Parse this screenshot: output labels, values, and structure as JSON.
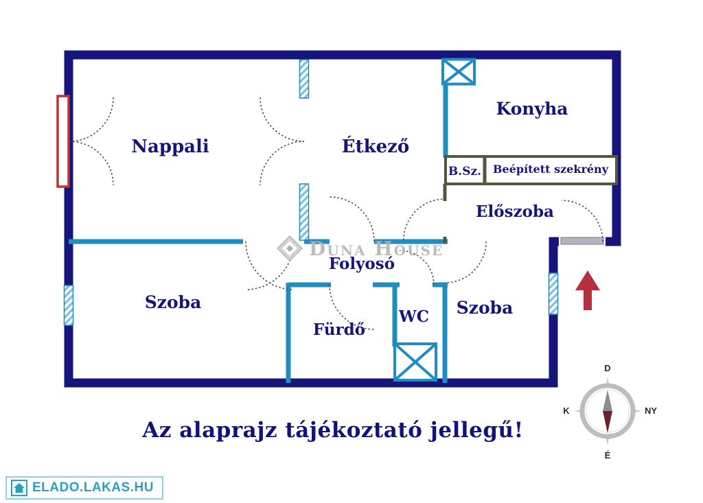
{
  "rooms": {
    "nappali": "Nappali",
    "etkezo": "Étkező",
    "konyha": "Konyha",
    "bsz": "B.Sz.",
    "beepitett_szekreny": "Beépített szekrény",
    "eloszoba": "Előszoba",
    "folyoso": "Folyosó",
    "szoba_left": "Szoba",
    "furdo": "Fürdő",
    "wc": "WC",
    "szoba_right": "Szoba"
  },
  "watermark": "Duna House",
  "disclaimer": "Az alaprajz tájékoztató jellegű!",
  "compass": {
    "top": "D",
    "bottom": "É",
    "left": "K",
    "right": "NY"
  },
  "footer_logo": "ELADO.LAKAS.HU",
  "colors": {
    "outer_wall": "#15157c",
    "inner_wall": "#1f8dbf",
    "cabinet_wall": "#56563d",
    "window_hatch": "#7cc0de",
    "window_frame_red": "#c3302f",
    "entrance_arrow_red": "#b5303e",
    "label_navy": "#15157a",
    "watermark_gray": "#b5b5b5",
    "logo_teal": "#2aa0bf"
  }
}
